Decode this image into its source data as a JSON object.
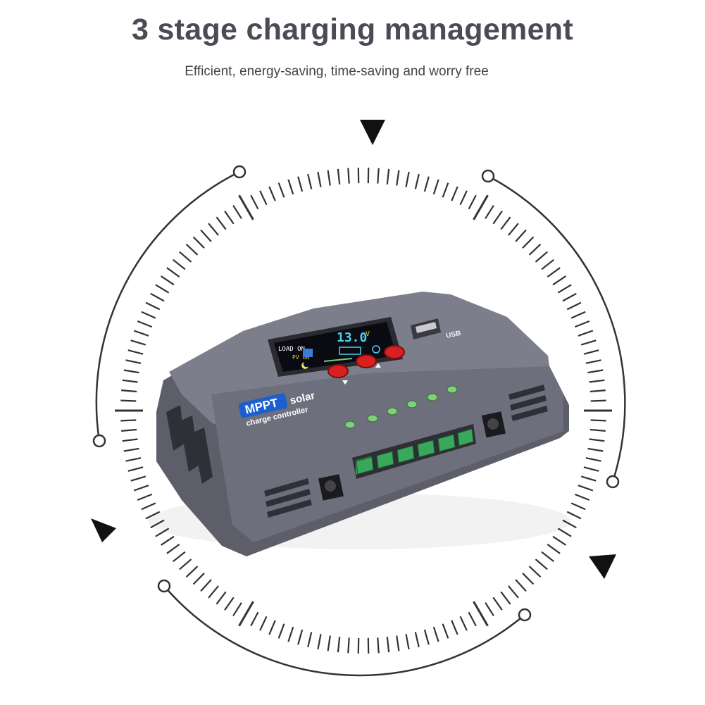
{
  "headline": "3 stage charging management",
  "subline": "Efficient, energy-saving, time-saving and worry free",
  "device": {
    "brand_badge": "MPPT",
    "brand_line1": "solar",
    "brand_line2": "charge controller",
    "lcd_top_left": "LOAD ON",
    "lcd_pv": "PV ON",
    "lcd_voltage": "13.0",
    "lcd_unit": "V",
    "usb_label": "USB"
  },
  "colors": {
    "text": "#4b4b55",
    "device_body": "#6b6c78",
    "button_red": "#d92020",
    "terminal_green": "#3aa85c",
    "led_green": "#7ed07a"
  },
  "icons": [
    "triangle-marker-icon",
    "ring-dot-icon",
    "gauge-ring-icon",
    "sun-icon",
    "moon-icon",
    "battery-icon",
    "usb-port-icon"
  ]
}
